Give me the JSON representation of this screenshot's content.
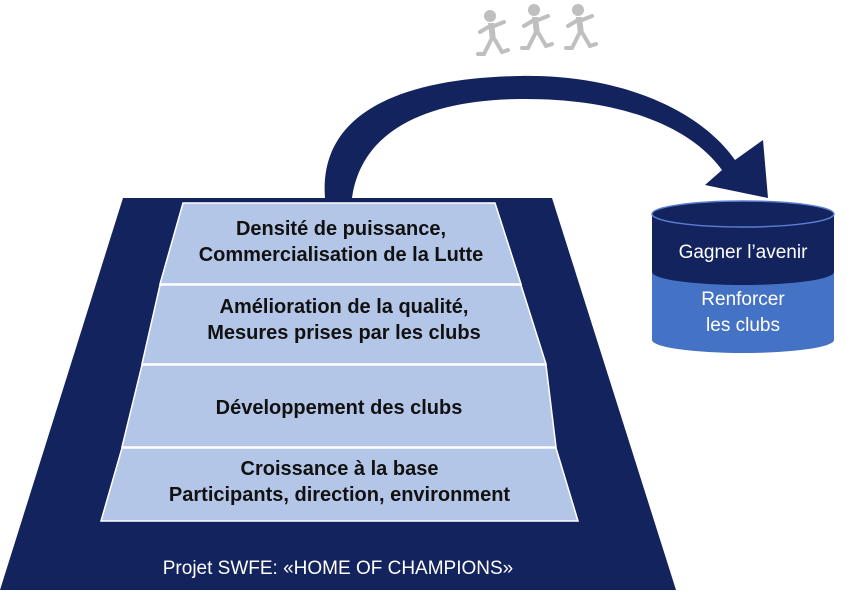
{
  "pyramid": {
    "levels": [
      {
        "line1": "Densité de puissance,",
        "line2": "Commercialisation de la Lutte"
      },
      {
        "line1": "Amélioration de la qualité,",
        "line2": "Mesures prises par les clubs"
      },
      {
        "line1": "Développement des clubs",
        "line2": ""
      },
      {
        "line1": "Croissance à la base",
        "line2": "Participants, direction, environment"
      }
    ],
    "footer": "Projet SWFE: «HOME OF CHAMPIONS»"
  },
  "cylinder": {
    "top_label": "Gagner l’avenir",
    "body_line1": "Renforcer",
    "body_line2": "les clubs"
  },
  "icons": [
    "running-figure-icon",
    "running-figure-icon",
    "running-figure-icon"
  ],
  "colors": {
    "navy": "#13235e",
    "level_fill": "#b4c6e7",
    "cylinder_body": "#4472c4",
    "runner": "#bfbfbf"
  }
}
